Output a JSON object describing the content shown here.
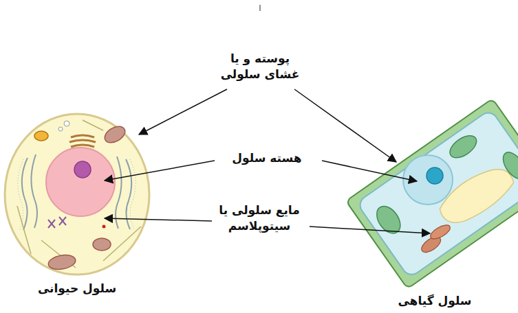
{
  "diagram": {
    "nodes": [
      {
        "text": [
          "سلول حیوانی"
        ]
      },
      {
        "text": [
          "سلول گیاهی"
        ]
      }
    ],
    "labels": [
      "پوسته و یا غشای سلولی",
      "هسته سلول",
      "مایع سلولی یا سیتوپلاسم"
    ]
  }
}
